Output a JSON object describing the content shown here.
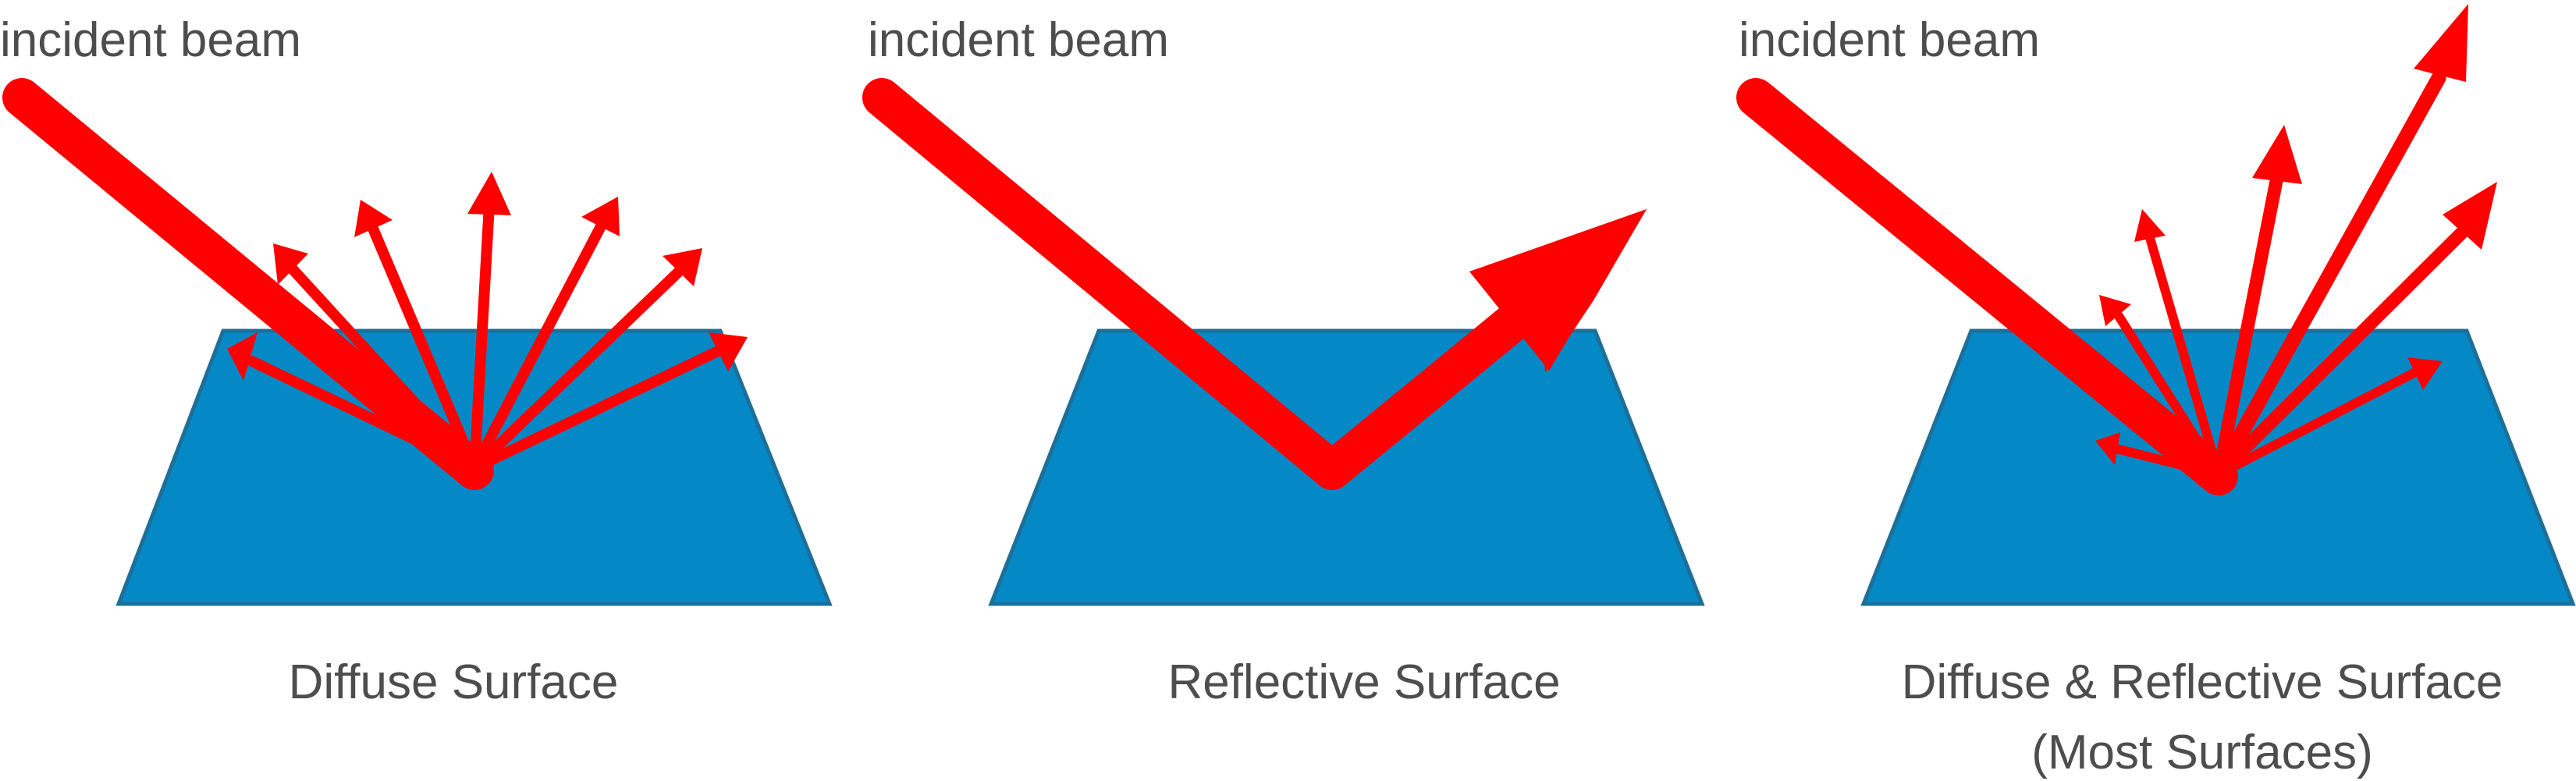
{
  "colors": {
    "surface": "#0489c6",
    "surface_edge": "#1d6f99",
    "beam": "#ff0000",
    "text": "#4d4d4d",
    "background": "#ffffff"
  },
  "panels": [
    {
      "incident_label": "incident beam",
      "caption": "Diffuse Surface",
      "caption_sub": ""
    },
    {
      "incident_label": "incident beam",
      "caption": "Reflective Surface",
      "caption_sub": ""
    },
    {
      "incident_label": "incident beam",
      "caption": "Diffuse & Reflective Surface",
      "caption_sub": "(Most Surfaces)"
    }
  ]
}
